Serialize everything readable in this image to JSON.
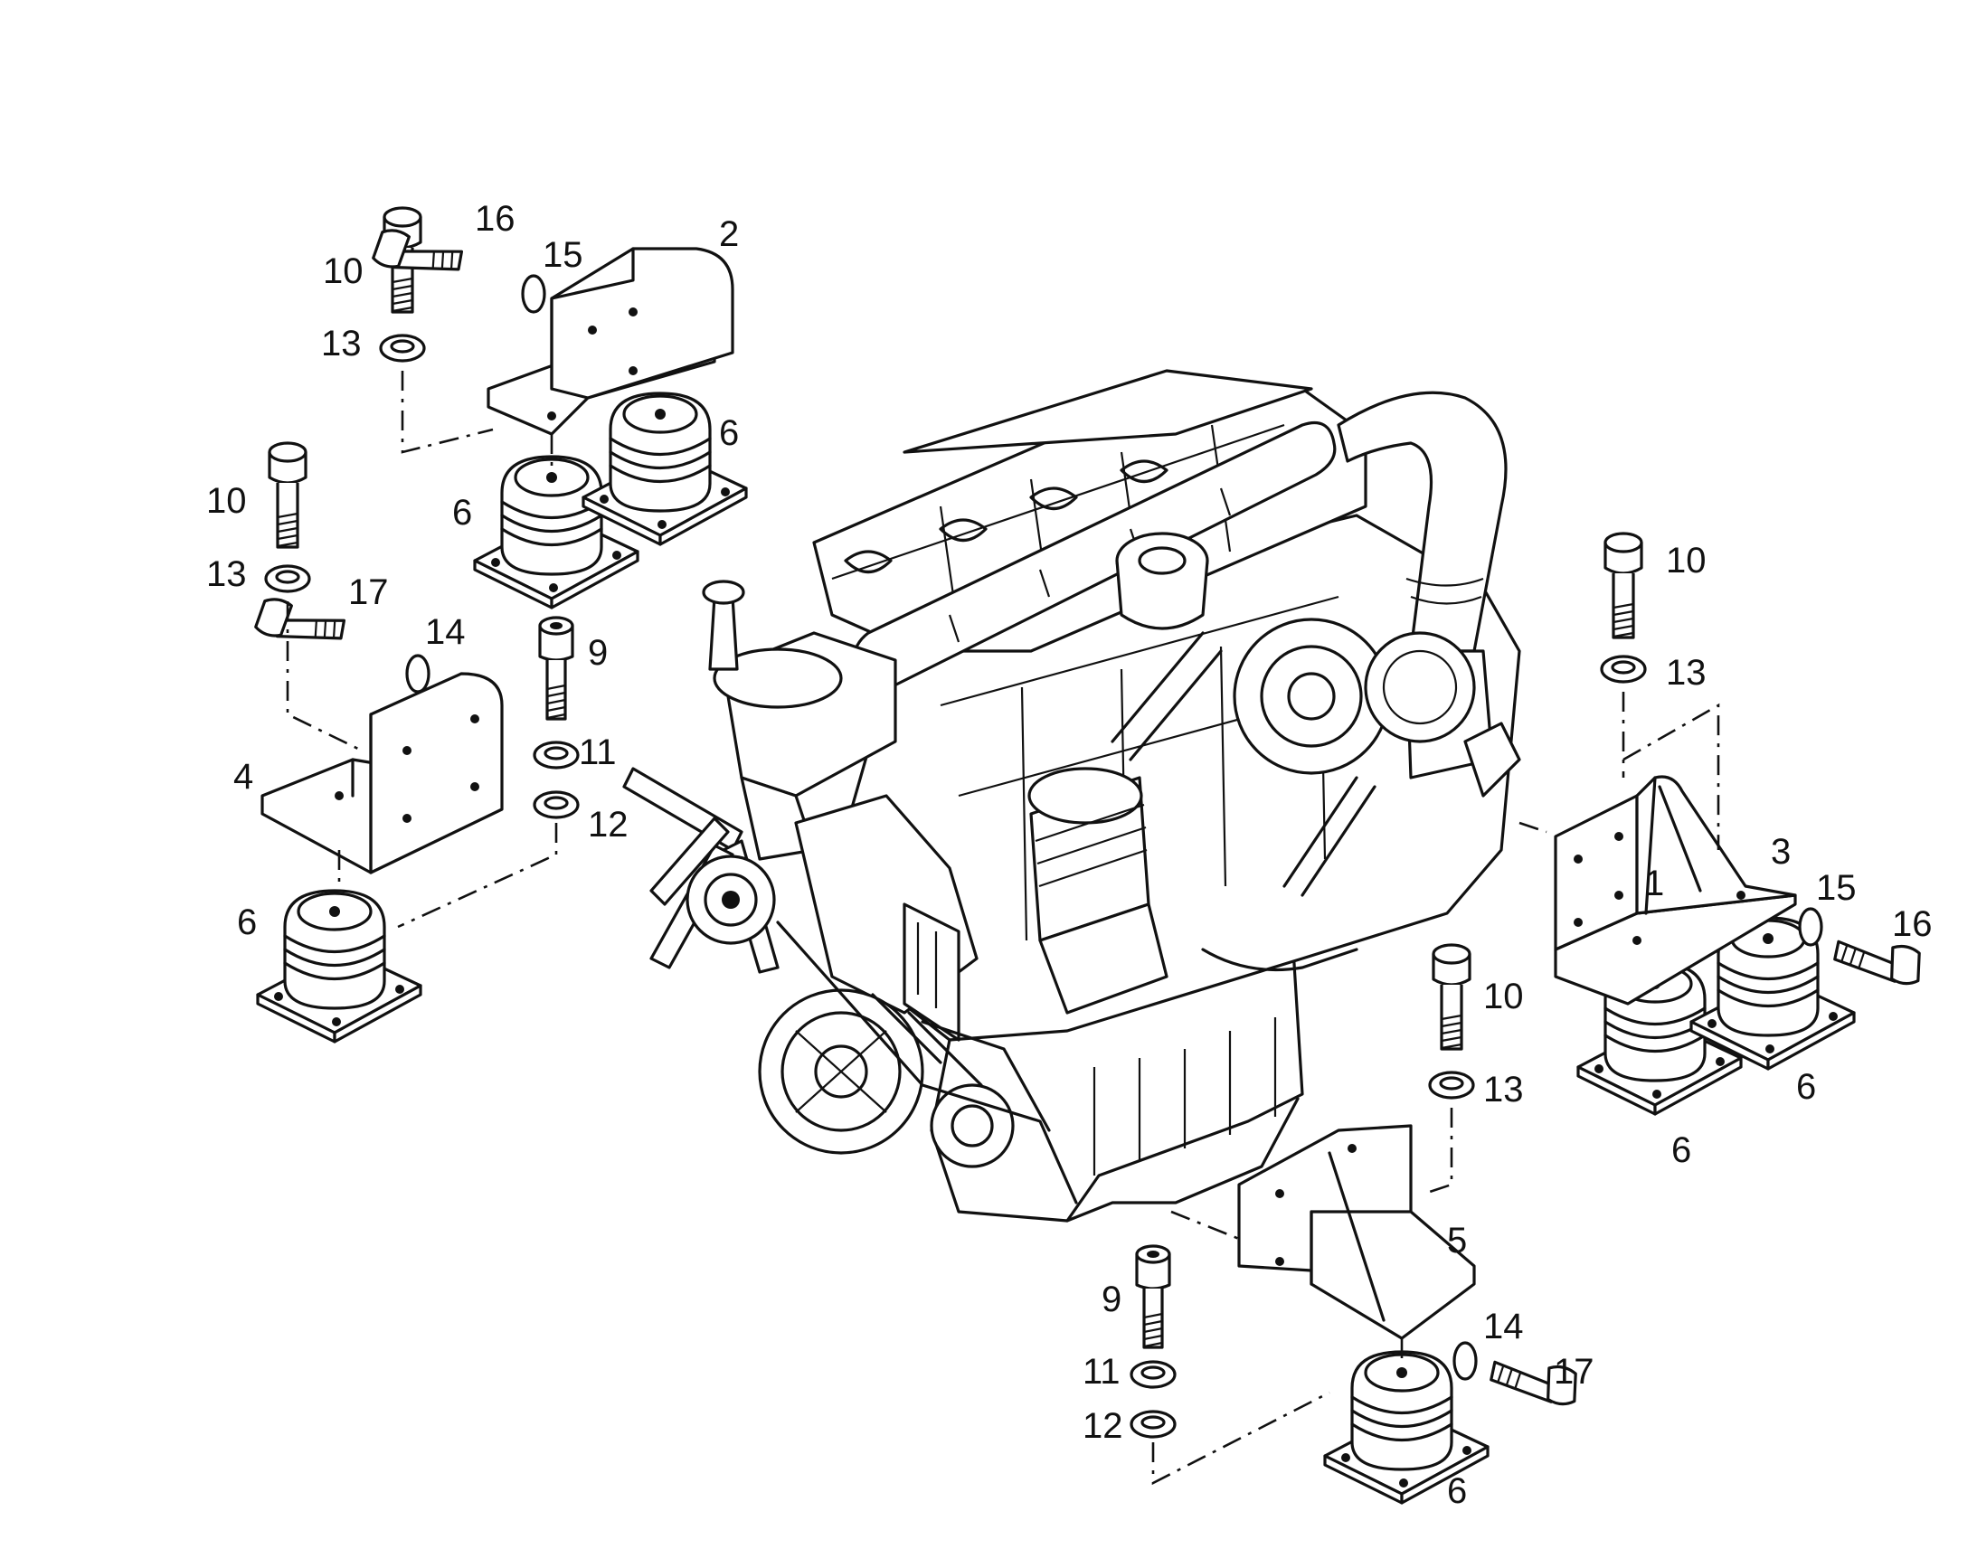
{
  "diagram": {
    "callouts": [
      {
        "id": "c-2",
        "text": "2"
      },
      {
        "id": "c-16a",
        "text": "16"
      },
      {
        "id": "c-15a",
        "text": "15"
      },
      {
        "id": "c-10a",
        "text": "10"
      },
      {
        "id": "c-13a",
        "text": "13"
      },
      {
        "id": "c-6a",
        "text": "6"
      },
      {
        "id": "c-6b",
        "text": "6"
      },
      {
        "id": "c-10b",
        "text": "10"
      },
      {
        "id": "c-13b",
        "text": "13"
      },
      {
        "id": "c-17a",
        "text": "17"
      },
      {
        "id": "c-14a",
        "text": "14"
      },
      {
        "id": "c-9a",
        "text": "9"
      },
      {
        "id": "c-11a",
        "text": "11"
      },
      {
        "id": "c-12a",
        "text": "12"
      },
      {
        "id": "c-4",
        "text": "4"
      },
      {
        "id": "c-6c",
        "text": "6"
      },
      {
        "id": "c-10c",
        "text": "10"
      },
      {
        "id": "c-13c",
        "text": "13"
      },
      {
        "id": "c-3",
        "text": "3"
      },
      {
        "id": "c-1",
        "text": "1"
      },
      {
        "id": "c-15b",
        "text": "15"
      },
      {
        "id": "c-16b",
        "text": "16"
      },
      {
        "id": "c-6d",
        "text": "6"
      },
      {
        "id": "c-6e",
        "text": "6"
      },
      {
        "id": "c-10d",
        "text": "10"
      },
      {
        "id": "c-13d",
        "text": "13"
      },
      {
        "id": "c-5",
        "text": "5"
      },
      {
        "id": "c-14b",
        "text": "14"
      },
      {
        "id": "c-17b",
        "text": "17"
      },
      {
        "id": "c-9b",
        "text": "9"
      },
      {
        "id": "c-11b",
        "text": "11"
      },
      {
        "id": "c-12b",
        "text": "12"
      },
      {
        "id": "c-6f",
        "text": "6"
      }
    ]
  }
}
